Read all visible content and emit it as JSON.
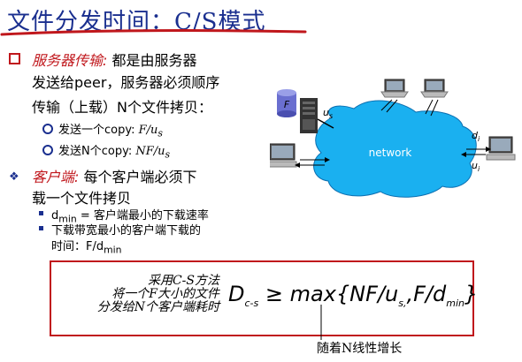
{
  "slide": {
    "title": "文件分发时间：C/S模式",
    "server_section": {
      "label": "服务器传输:",
      "line1_rest": " 都是由服务器",
      "line2": "发送给peer，服务器必须顺序",
      "line3": "传输（上载）N个文件拷贝：",
      "sub_items": [
        {
          "text": "发送一个copy: ",
          "formula": "F/u",
          "formula_sub": "s"
        },
        {
          "text": "发送N个copy:  ",
          "formula": "NF/u",
          "formula_sub": "s"
        }
      ]
    },
    "client_section": {
      "label": "客户端:",
      "line1_rest": " 每个客户端必须下",
      "line2": "载一个文件拷贝",
      "sub_items": [
        {
          "var": "d",
          "var_sub": "min",
          "text": " = 客户端最小的下载速率"
        },
        {
          "line1": "下载带宽最小的客户端下载的",
          "line2_prefix": "时间：F/d",
          "line2_sub": "min"
        }
      ]
    },
    "formula_box": {
      "left_line1": "采用C-S方法",
      "left_line2": "将一个F大小的文件",
      "left_line3": "分发给N个客户端耗时",
      "lhs": "D",
      "lhs_sub": "c-s",
      "op": "≥",
      "rhs_prefix": "max{NF/u",
      "rhs_sub1": "s,",
      "rhs_mid": ",F/d",
      "rhs_sub2": "min",
      "rhs_suffix": "}"
    },
    "annotation": "随着N线性增长",
    "diagram": {
      "network_label": "network",
      "file_label": "F",
      "us_label": "u",
      "us_sub": "s",
      "di_label": "d",
      "di_sub": "i",
      "ui_label": "u",
      "ui_sub": "i"
    }
  },
  "colors": {
    "title": "#1a2f8f",
    "accent_red": "#c0171c",
    "network_cloud": "#1ab0f0",
    "bullet_blue": "#1a2f8f"
  }
}
